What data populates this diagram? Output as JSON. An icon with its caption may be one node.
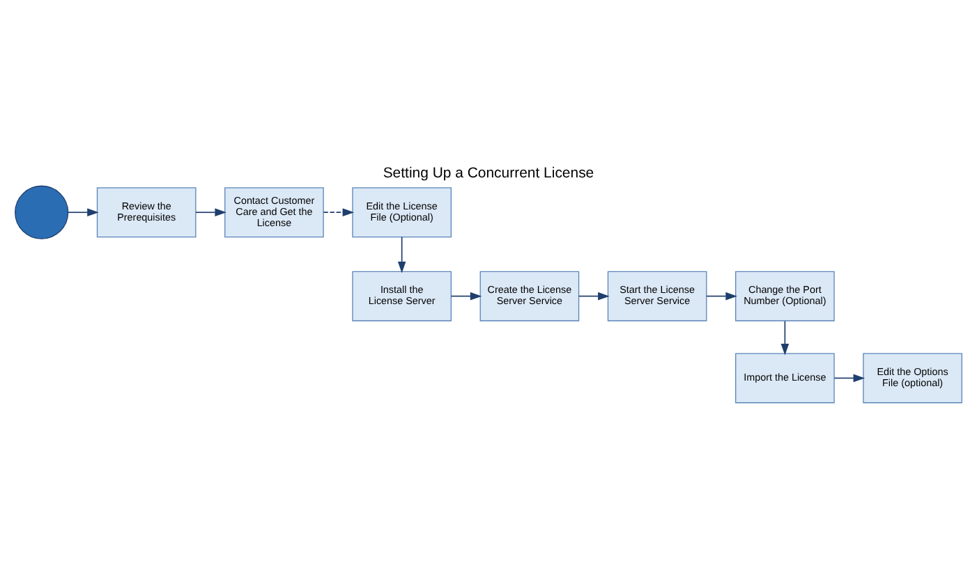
{
  "diagram": {
    "title": "Setting Up a Concurrent License",
    "nodes": [
      {
        "text": [],
        "shape": "person"
      },
      {
        "text": [
          "Review the Prerequisites"
        ]
      },
      {
        "text": [
          "Contact Customer Care and Get the License"
        ]
      },
      {
        "text": [
          "Edit the License File (Optional)"
        ]
      },
      {
        "text": [
          "Install the License Server"
        ]
      },
      {
        "text": [
          "Create the License Server Service"
        ]
      },
      {
        "text": [
          "Start the License Server Service"
        ]
      },
      {
        "text": [
          "Change the Port Number (Optional)"
        ]
      },
      {
        "text": [
          "Import the License"
        ]
      },
      {
        "text": [
          "Edit the Options File (optional)"
        ]
      }
    ],
    "edges": [
      {
        "from": 0,
        "to": 1,
        "arrow": "to"
      },
      {
        "from": 1,
        "to": 2,
        "arrow": "to"
      },
      {
        "from": 2,
        "to": 3,
        "arrow": "to",
        "style": "dashed"
      },
      {
        "from": 3,
        "to": 4,
        "arrow": "to"
      },
      {
        "from": 4,
        "to": 5,
        "arrow": "to"
      },
      {
        "from": 5,
        "to": 6,
        "arrow": "to"
      },
      {
        "from": 6,
        "to": 7,
        "arrow": "to"
      },
      {
        "from": 7,
        "to": 8,
        "arrow": "to"
      },
      {
        "from": 8,
        "to": 9,
        "arrow": "to"
      }
    ]
  }
}
